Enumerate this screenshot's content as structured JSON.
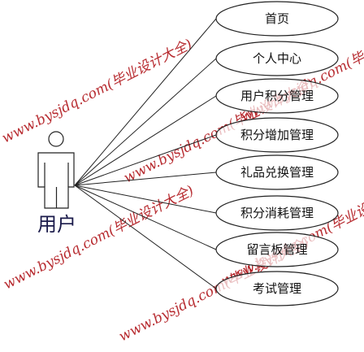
{
  "actor": {
    "label": "用户"
  },
  "use_cases": [
    {
      "label": "首页"
    },
    {
      "label": "个人中心"
    },
    {
      "label": "用户积分管理"
    },
    {
      "label": "积分增加管理"
    },
    {
      "label": "礼品兑换管理"
    },
    {
      "label": "积分消耗管理"
    },
    {
      "label": "留言板管理"
    },
    {
      "label": "考试管理"
    }
  ],
  "watermark": {
    "text": "www.bysjdq.com(毕业设计大全)"
  },
  "colors": {
    "watermark": "#b0151a",
    "lines": "#222222",
    "ellipse_fill": "#ffffff"
  }
}
